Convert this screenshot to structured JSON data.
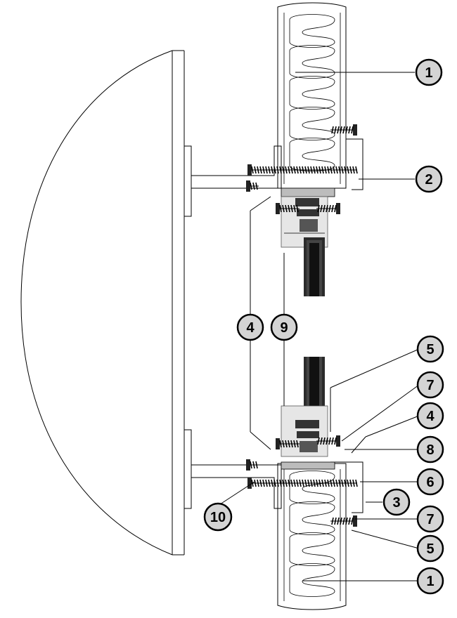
{
  "callouts": [
    {
      "id": "c1a",
      "label": "1"
    },
    {
      "id": "c2",
      "label": "2"
    },
    {
      "id": "c4a",
      "label": "4"
    },
    {
      "id": "c9",
      "label": "9"
    },
    {
      "id": "c5a",
      "label": "5"
    },
    {
      "id": "c7a",
      "label": "7"
    },
    {
      "id": "c4b",
      "label": "4"
    },
    {
      "id": "c8",
      "label": "8"
    },
    {
      "id": "c6",
      "label": "6"
    },
    {
      "id": "c3",
      "label": "3"
    },
    {
      "id": "c10",
      "label": "10"
    },
    {
      "id": "c7b",
      "label": "7"
    },
    {
      "id": "c5b",
      "label": "5"
    },
    {
      "id": "c1b",
      "label": "1"
    }
  ],
  "colors": {
    "line": "#000000",
    "callout_fill": "#d4d4d4",
    "profile_fill": "#e6e6e6",
    "panel_fill": "#ffffff"
  }
}
